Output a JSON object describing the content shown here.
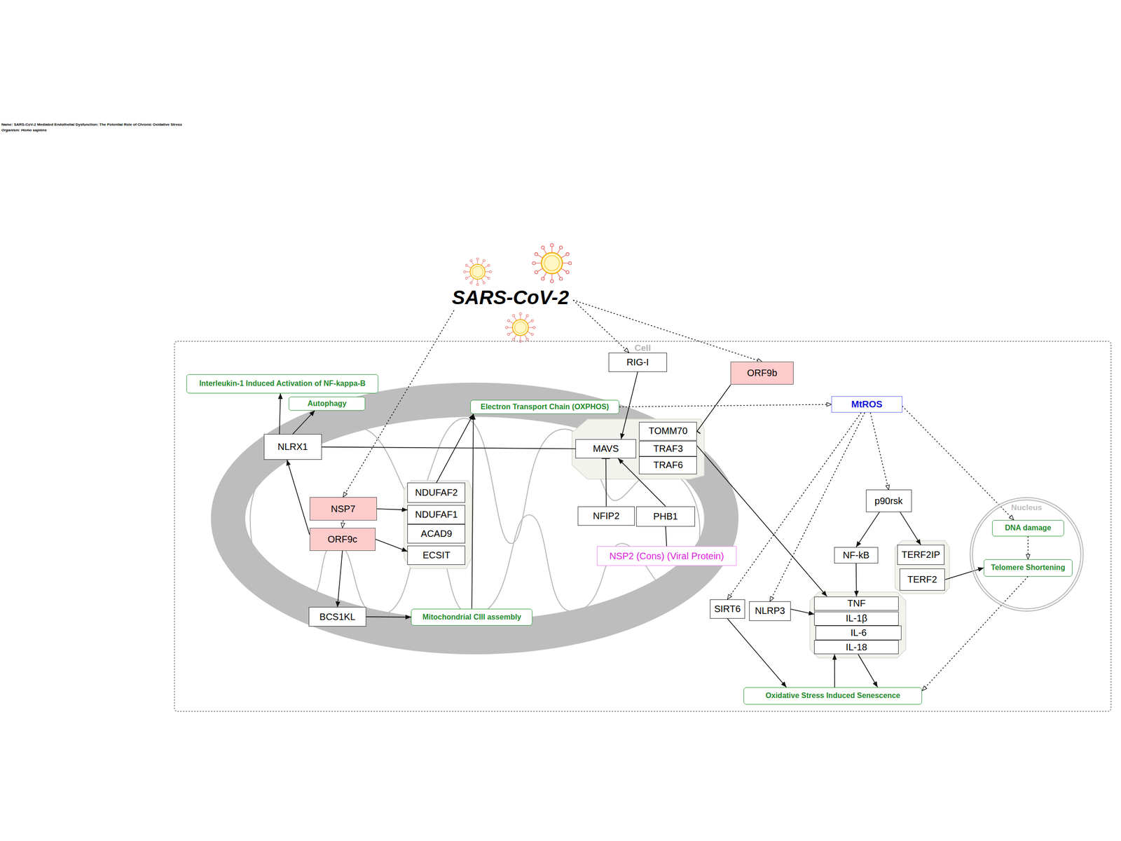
{
  "diagram": {
    "title": "Name: SARS-CoV-2 Mediated Endothelial Dysfunction: The Potential Role of Chronic Oxidative Stress",
    "nodes": [
      {
        "text": [
          "SARS-CoV-2"
        ]
      },
      {
        "text": [
          "Cell"
        ]
      },
      {
        "text": [
          "RIG-I"
        ],
        "in": 1
      },
      {
        "text": [
          "ORF9b"
        ],
        "in": 1
      },
      {
        "text": [
          "Interleukin-1 Induced Activation of NF-kappa-B"
        ],
        "in": 1
      },
      {
        "text": [
          "MtROS"
        ],
        "in": 1
      },
      {
        "text": [
          "Autophagy"
        ],
        "in": 1
      },
      {
        "text": [
          "Electron Transport Chain (OXPHOS)"
        ],
        "in": 1
      },
      {
        "text": [
          "TOMM70"
        ],
        "in": 1
      },
      {
        "text": [
          "NLRX1"
        ],
        "in": 1
      },
      {
        "text": [
          "MAVS"
        ],
        "in": 1
      },
      {
        "text": [
          "TRAF3"
        ],
        "in": 1
      },
      {
        "text": [
          "TRAF6"
        ],
        "in": 1
      },
      {
        "text": [
          "NDUFAF2"
        ],
        "in": 1
      },
      {
        "text": [
          "p90rsk"
        ],
        "in": 1
      },
      {
        "text": [
          "NSP7"
        ],
        "in": 1
      },
      {
        "text": [
          "NDUFAF1"
        ],
        "in": 1
      },
      {
        "text": [
          "Nucleus"
        ],
        "in": 1
      },
      {
        "text": [
          "DNA damage"
        ],
        "in": 17
      },
      {
        "text": [
          "NFIP2"
        ],
        "in": 1
      },
      {
        "text": [
          "PHB1"
        ],
        "in": 1
      },
      {
        "text": [
          "ACAD9"
        ],
        "in": 1
      },
      {
        "text": [
          "ORF9c"
        ],
        "in": 1
      },
      {
        "text": [
          "ECSIT"
        ],
        "in": 1
      },
      {
        "text": [
          "TERF2IP"
        ],
        "in": 1
      },
      {
        "text": [
          "NF-kB"
        ],
        "in": 1
      },
      {
        "text": [
          "NSP2 (Cons) (Viral Protein)"
        ],
        "in": 1
      },
      {
        "text": [
          "Telomere Shortening"
        ],
        "in": 17
      },
      {
        "text": [
          "TERF2"
        ],
        "in": 1
      },
      {
        "text": [
          "TNF"
        ],
        "in": 1
      },
      {
        "text": [
          "SIRT6"
        ],
        "in": 1
      },
      {
        "text": [
          "NLRP3"
        ],
        "in": 1
      },
      {
        "text": [
          "IL-1β"
        ],
        "in": 1
      },
      {
        "text": [
          "BCS1KL"
        ],
        "in": 1
      },
      {
        "text": [
          "Mitochondrial CIII assembly"
        ],
        "in": 1
      },
      {
        "text": [
          "IL-6"
        ],
        "in": 1
      },
      {
        "text": [
          "IL-18"
        ],
        "in": 1
      },
      {
        "text": [
          "Oxidative Stress Induced Senescence"
        ],
        "in": 1
      }
    ],
    "edges": [
      {
        "from": 0,
        "to": 15,
        "arrow": "to"
      },
      {
        "from": 0,
        "to": 2,
        "arrow": "to"
      },
      {
        "from": 0,
        "to": 3,
        "arrow": "to"
      },
      {
        "from": 2,
        "to": 10,
        "arrow": "to"
      },
      {
        "from": 3,
        "to": 8,
        "arrow": "to"
      },
      {
        "from": 9,
        "to": 4,
        "arrow": "to"
      },
      {
        "from": 9,
        "to": 6,
        "arrow": "to"
      },
      {
        "from": 9,
        "to": 10,
        "arrow": "none"
      },
      {
        "from": 22,
        "to": 9,
        "arrow": "to"
      },
      {
        "from": 15,
        "to": 22,
        "arrow": "to"
      },
      {
        "from": 15,
        "to": 16,
        "arrow": "to"
      },
      {
        "from": 22,
        "to": 23,
        "arrow": "to"
      },
      {
        "from": 22,
        "to": 33,
        "arrow": "to"
      },
      {
        "from": 13,
        "to": 7,
        "arrow": "to"
      },
      {
        "from": 33,
        "to": 34,
        "arrow": "to"
      },
      {
        "from": 34,
        "to": 7,
        "arrow": "to"
      },
      {
        "from": 7,
        "to": 5,
        "arrow": "to"
      },
      {
        "from": 19,
        "to": 10,
        "arrow": "to"
      },
      {
        "from": 20,
        "to": 10,
        "arrow": "to"
      },
      {
        "from": 26,
        "to": 20,
        "arrow": "none"
      },
      {
        "from": 11,
        "to": 29,
        "arrow": "to"
      },
      {
        "from": 5,
        "to": 30,
        "arrow": "to"
      },
      {
        "from": 5,
        "to": 31,
        "arrow": "to"
      },
      {
        "from": 5,
        "to": 14,
        "arrow": "to"
      },
      {
        "from": 5,
        "to": 18,
        "arrow": "to"
      },
      {
        "from": 14,
        "to": 25,
        "arrow": "to"
      },
      {
        "from": 14,
        "to": 24,
        "arrow": "to"
      },
      {
        "from": 25,
        "to": 29,
        "arrow": "to"
      },
      {
        "from": 31,
        "to": 32,
        "arrow": "to"
      },
      {
        "from": 28,
        "to": 27,
        "arrow": "to"
      },
      {
        "from": 18,
        "to": 27,
        "arrow": "to"
      },
      {
        "from": 27,
        "to": 37,
        "arrow": "to"
      },
      {
        "from": 30,
        "to": 37,
        "arrow": "to"
      },
      {
        "from": 37,
        "to": 36,
        "arrow": "to"
      },
      {
        "from": 36,
        "to": 37,
        "arrow": "to"
      }
    ],
    "labels": [
      "Organism: Homo sapiens"
    ]
  }
}
